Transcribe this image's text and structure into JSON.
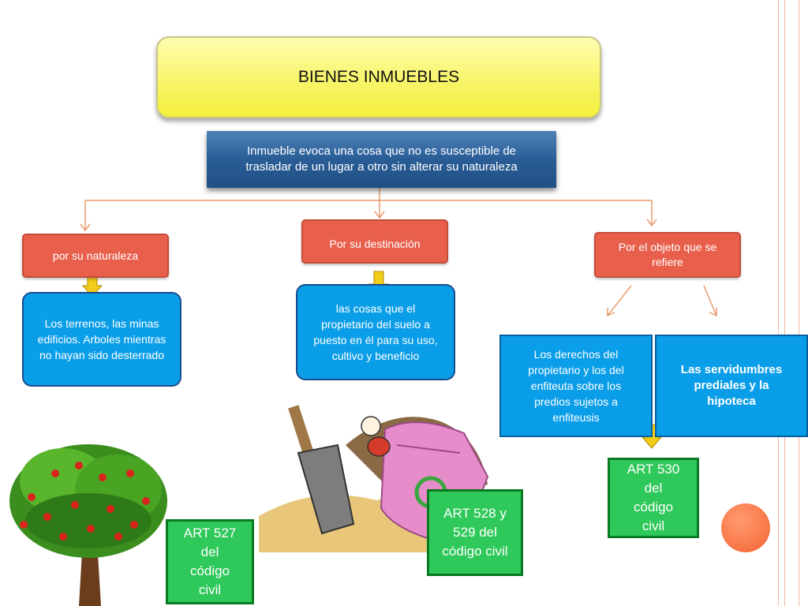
{
  "title": "BIENES INMUEBLES",
  "definition": "Inmueble evoca una cosa que no es susceptible de trasladar de un lugar a otro sin alterar su naturaleza",
  "categories": [
    {
      "label": "por su naturaleza",
      "description": "Los terrenos, las minas edificios. Arboles mientras no hayan sido desterrado",
      "article": "ART 527 del código civil"
    },
    {
      "label": "Por su destinación",
      "description": "las cosas que el propietario del suelo a puesto en él para su uso, cultivo y beneficio",
      "article": "ART 528 y 529 del código civil"
    },
    {
      "label": "Por el objeto que se refiere",
      "description_left": "Los derechos del propietario y los del enfiteuta sobre los predios sujetos a enfiteusis",
      "description_right": "Las servidumbres prediales y la hipoteca",
      "article": "ART 530 del código civil"
    }
  ],
  "illustrations": [
    "tree-illustration",
    "fertilizer-bag-illustration"
  ],
  "colors": {
    "title_fill": "#f8f56a",
    "definition_fill": "#2a5d96",
    "category_fill": "#e8604c",
    "description_fill": "#0b9ee8",
    "article_fill": "#2fc85a",
    "arrow_fill": "#f2cc1a",
    "connector": "#e89a6a"
  }
}
